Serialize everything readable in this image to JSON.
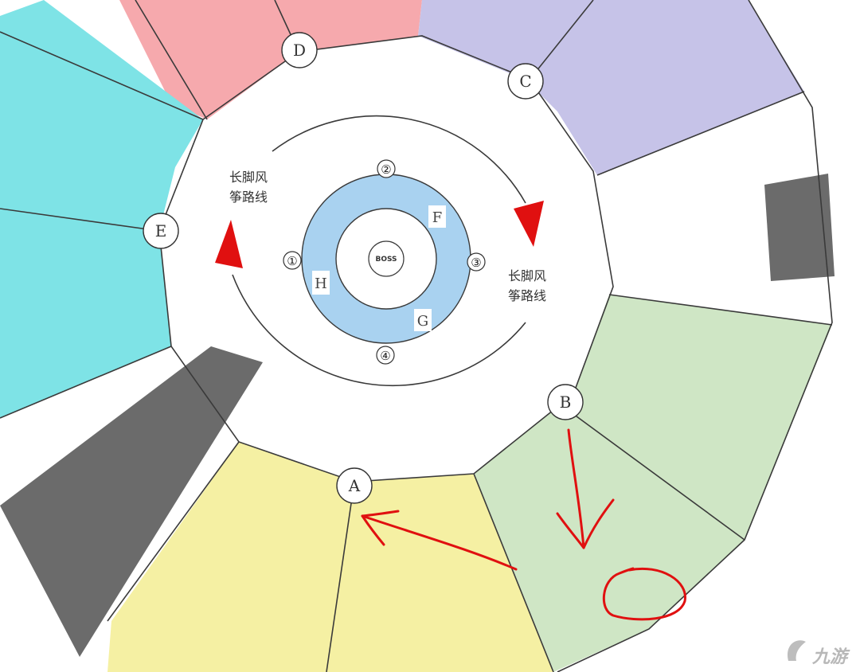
{
  "colors": {
    "pink": "#f6a9ad",
    "lavender": "#c6c3e8",
    "cyan": "#7ee3e6",
    "green": "#cfe6c5",
    "yellow": "#f5f0a3",
    "gray_block": "#6b6b6b",
    "ring_blue": "#a9d2f0",
    "arrow_red": "#e01010",
    "outline": "#3a3a3a"
  },
  "nodes": {
    "a": "A",
    "b": "B",
    "c": "C",
    "d": "D",
    "e": "E"
  },
  "positions": {
    "p1": "①",
    "p2": "②",
    "p3": "③",
    "p4": "④"
  },
  "inner_tags": {
    "f": "F",
    "g": "G",
    "h": "H"
  },
  "center_label": "BOSS",
  "route_label_left": [
    "长脚风",
    "筝路线"
  ],
  "route_label_right": [
    "长脚风",
    "筝路线"
  ],
  "watermark": "九游",
  "icons": {
    "route_arrow": "red-triangle",
    "annotation": "hand-drawn-arrow",
    "highlight": "hand-drawn-circle"
  }
}
